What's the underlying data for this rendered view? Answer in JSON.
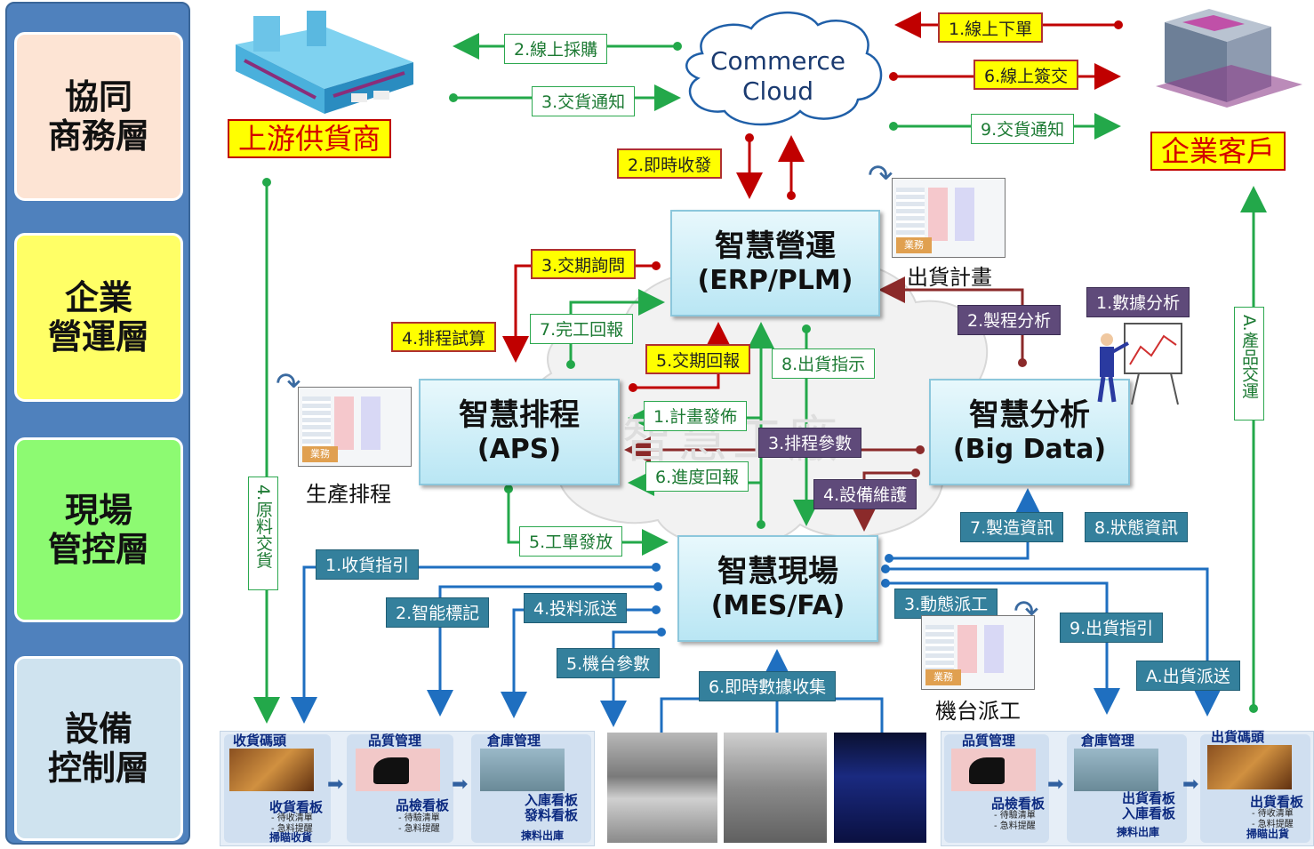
{
  "layers": [
    {
      "label": "協同\n商務層",
      "bg": "#fde4d4"
    },
    {
      "label": "企業\n營運層",
      "bg": "#ffff66"
    },
    {
      "label": "現場\n管控層",
      "bg": "#8dfa72"
    },
    {
      "label": "設備\n控制層",
      "bg": "#cfe3ef"
    }
  ],
  "cloud": {
    "line1": "Commerce",
    "line2": "Cloud"
  },
  "parties": {
    "supplier": "上游供貨商",
    "customer": "企業客戶"
  },
  "systems": {
    "erp": {
      "name": "智慧營運",
      "sub": "(ERP/PLM)"
    },
    "aps": {
      "name": "智慧排程",
      "sub": "(APS)"
    },
    "bigdata": {
      "name": "智慧分析",
      "sub": "(Big Data)"
    },
    "mes": {
      "name": "智慧現場",
      "sub": "(MES/FA)"
    }
  },
  "background_text": "智慧工廠",
  "flows": {
    "g_purchase": "2.線上採購",
    "g_delivery_notice": "3.交貨通知",
    "r_online_order": "1.線上下單",
    "r_online_sign": "6.線上簽交",
    "g_delivery_notice_9": "9.交貨通知",
    "y_realtime_rx": "2.即時收發",
    "y_due_inquiry": "3.交期詢問",
    "y_schedule_trial": "4.排程試算",
    "g_complete_report": "7.完工回報",
    "y_due_reply": "5.交期回報",
    "g_ship_instruction": "8.出貨指示",
    "p_data_analysis": "1.數據分析",
    "p_process_analysis": "2.製程分析",
    "g_plan_release": "1.計畫發佈",
    "p_schedule_param": "3.排程參數",
    "g_progress_report": "6.進度回報",
    "p_equipment_maint": "4.設備維護",
    "g_work_order": "5.工單發放",
    "t_mfg_info": "7.製造資訊",
    "t_status_info": "8.狀態資訊",
    "t_receive_guide": "1.收貨指引",
    "t_smart_tag": "2.智能標記",
    "t_material_dispatch": "4.投料派送",
    "t_machine_param": "5.機台參數",
    "t_realtime_collect": "6.即時數據收集",
    "t_dynamic_dispatch": "3.動態派工",
    "t_ship_guide": "9.出貨指引",
    "t_ship_dispatch": "A.出貨派送",
    "v_raw_delivery": "4.原料交貨",
    "v_product_delivery": "A.產品交運"
  },
  "captions": {
    "ship_plan": "出貨計畫",
    "prod_schedule": "生產排程",
    "machine_dispatch": "機台派工"
  },
  "thumb_tag": "業務",
  "bottom_left": [
    {
      "title": "收貨碼頭",
      "board": "收貨看板",
      "notes": "- 待收清單\n- 急料提醒",
      "action": "掃瞄收貨"
    },
    {
      "title": "品質管理",
      "board": "品檢看板",
      "notes": "- 待驗清單\n- 急料提醒",
      "action": ""
    },
    {
      "title": "倉庫管理",
      "board": "入庫看板\n發料看板",
      "notes": "",
      "action": "揀料出庫"
    }
  ],
  "bottom_right": [
    {
      "title": "品質管理",
      "board": "品檢看板",
      "notes": "- 待驗清單\n- 急料提醒",
      "action": ""
    },
    {
      "title": "倉庫管理",
      "board": "出貨看板\n入庫看板",
      "notes": "",
      "action": "揀料出庫"
    },
    {
      "title": "出貨碼頭",
      "board": "出貨看板",
      "notes": "- 待收清單\n- 急料提醒",
      "action": "掃瞄出貨"
    }
  ],
  "colors": {
    "green": "#23a84a",
    "red": "#c00000",
    "darkred": "#8b2a2a",
    "blue": "#1f6fc0",
    "yellow": "#ffff00"
  }
}
